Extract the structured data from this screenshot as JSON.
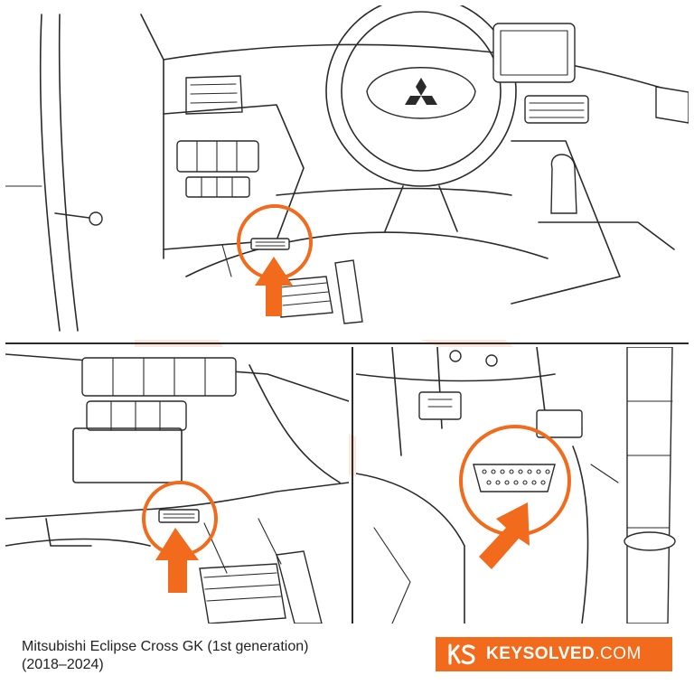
{
  "caption": {
    "line1": "Mitsubishi Eclipse Cross GK (1st generation)",
    "line2": "(2018–2024)"
  },
  "brand": {
    "name": "KEYSOLVED",
    "tld": ".COM",
    "mark_icon": "ks-logo-icon",
    "color": "#f26b1d"
  },
  "colors": {
    "highlight": "#f26b1d",
    "line": "#2a2a2a",
    "watermark": "#fbe3d6"
  },
  "icons": [
    "mitsubishi-logo-icon",
    "obd-port-icon",
    "pointer-arrow-icon",
    "ks-watermark-icon"
  ]
}
